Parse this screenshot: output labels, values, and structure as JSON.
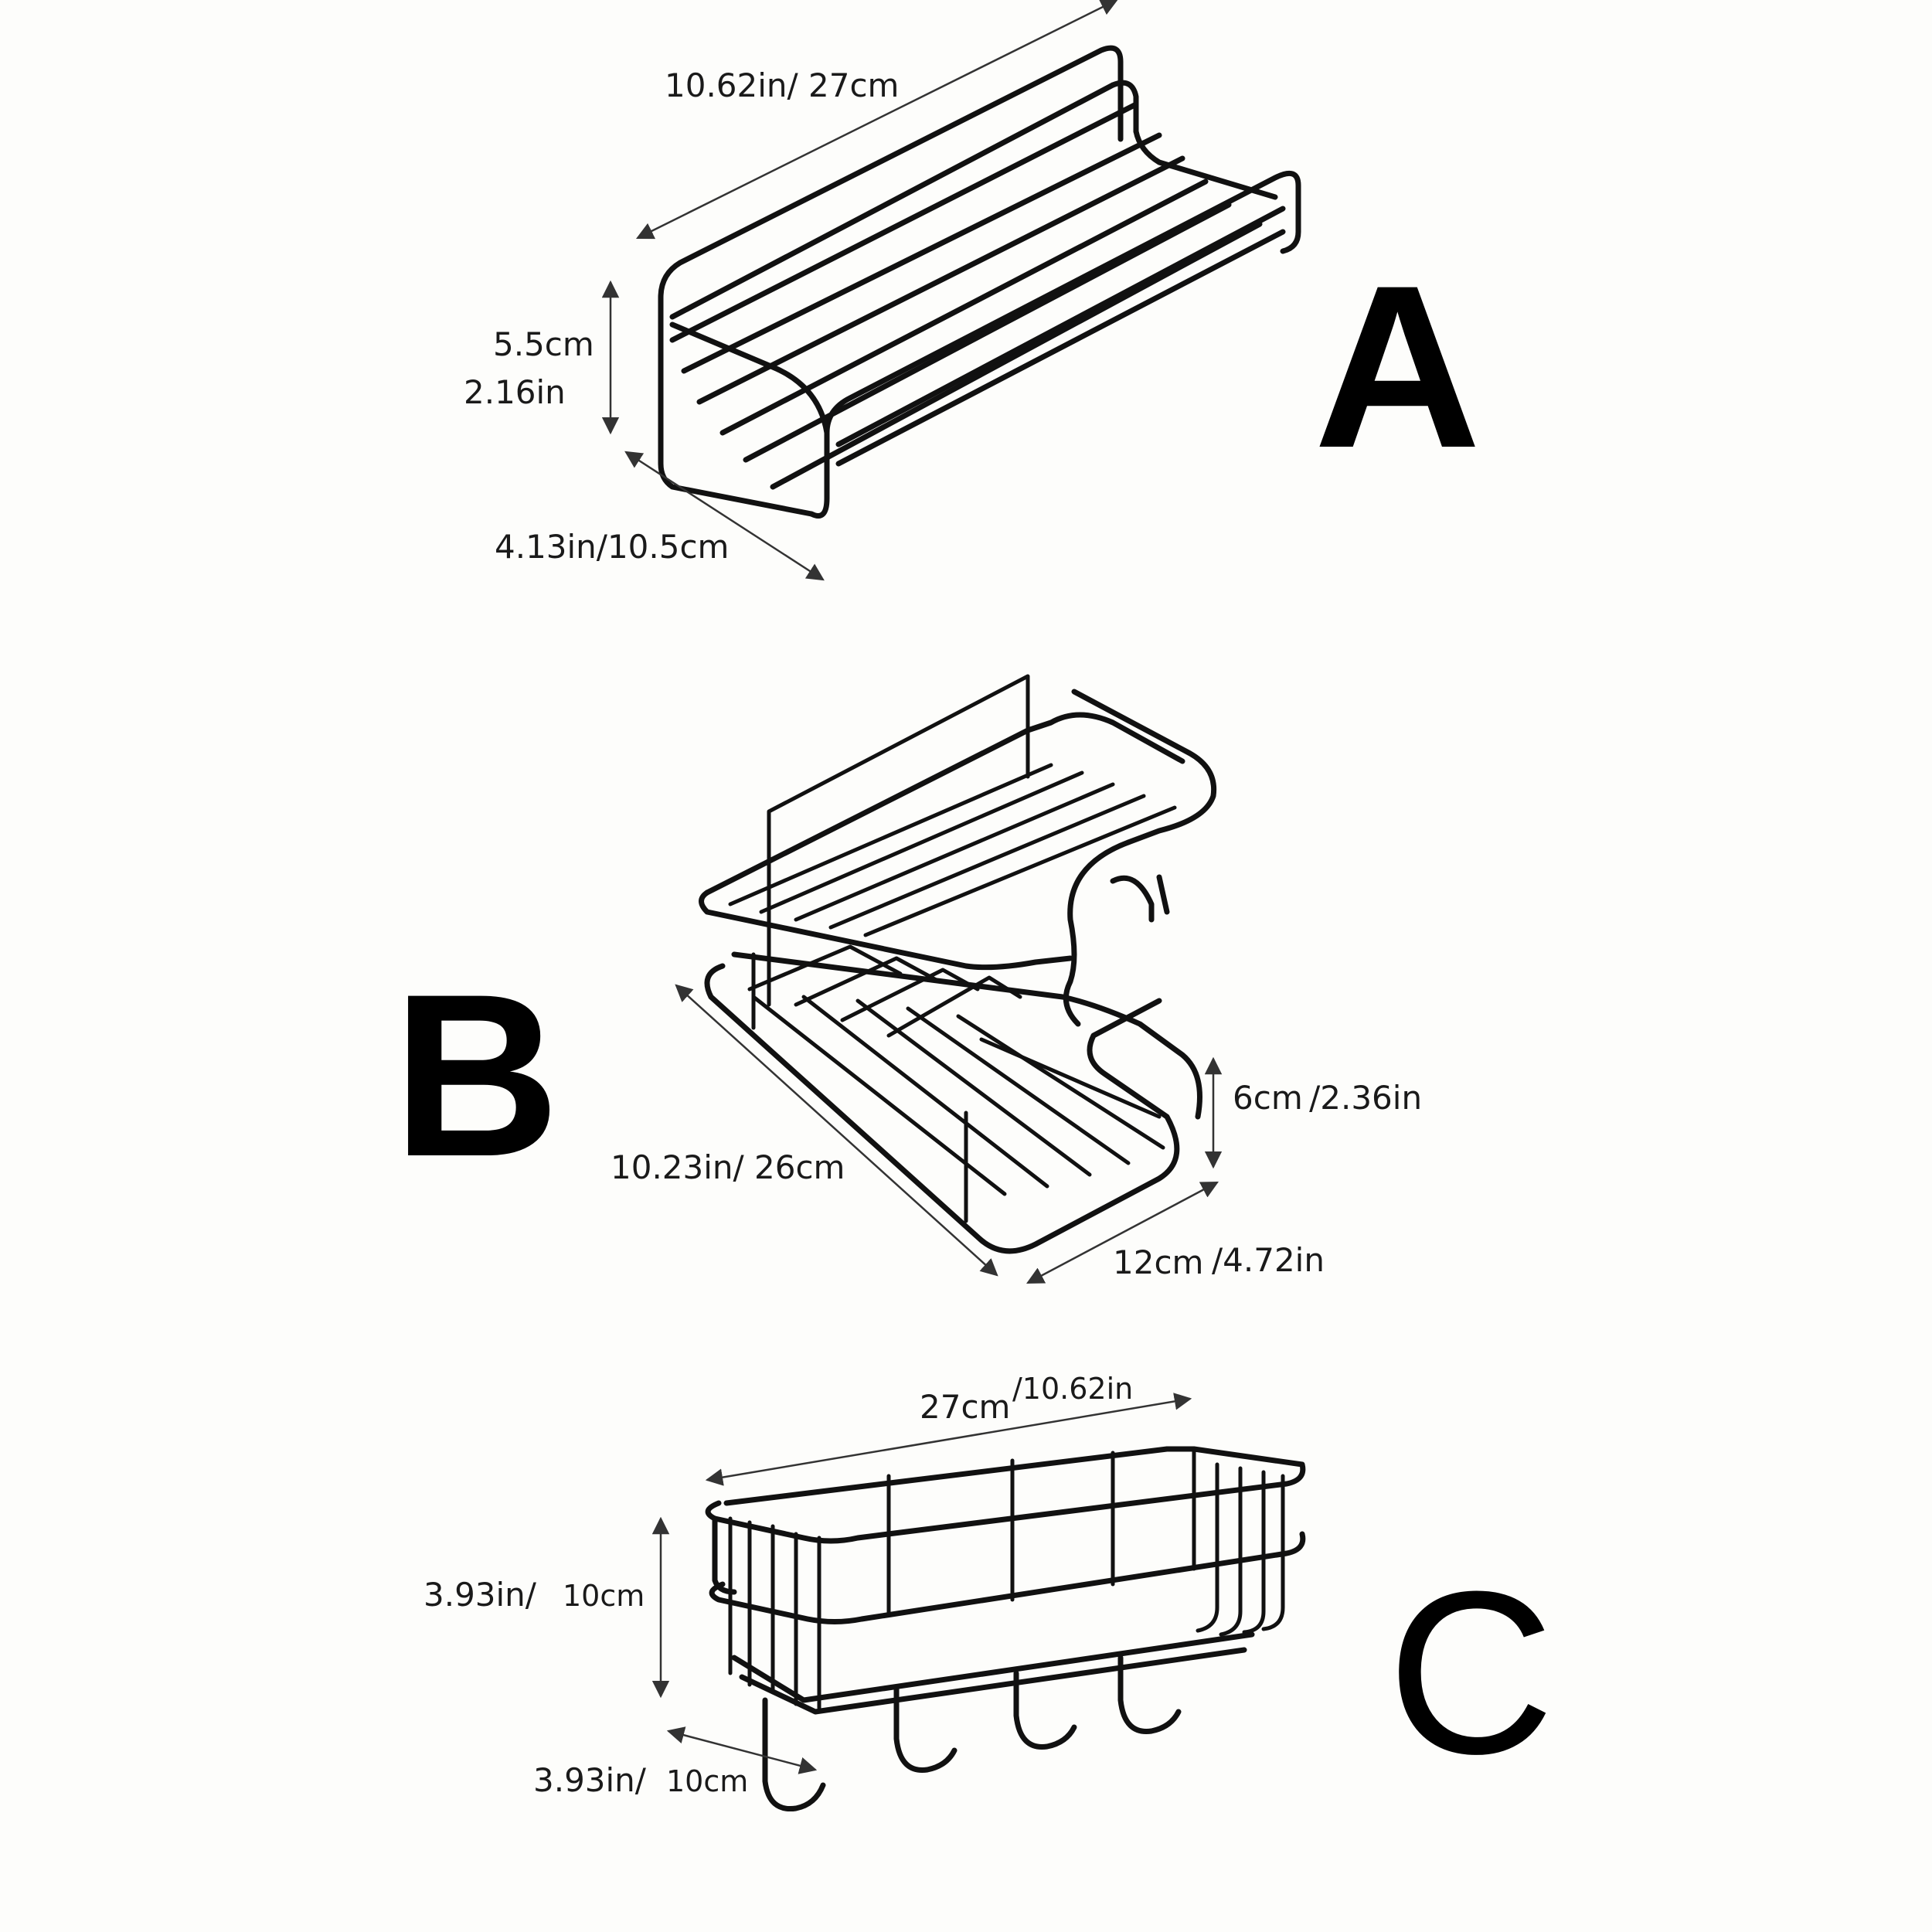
{
  "products": {
    "a": {
      "letter": "A",
      "length": "10.62in/ 27cm",
      "height_cm": "5.5cm",
      "height_in": "2.16in",
      "depth": "4.13in/10.5cm"
    },
    "b": {
      "letter": "B",
      "length": "10.23in/ 26cm",
      "height": "6cm /2.36in",
      "depth_cm": "12cm",
      "depth_in": "/4.72in"
    },
    "c": {
      "letter": "C",
      "length_cm": "27cm",
      "length_in": "/10.62in",
      "height_in": "3.93in/",
      "height_cm": "10cm",
      "depth_in": "3.93in/",
      "depth_cm": "10cm"
    }
  }
}
